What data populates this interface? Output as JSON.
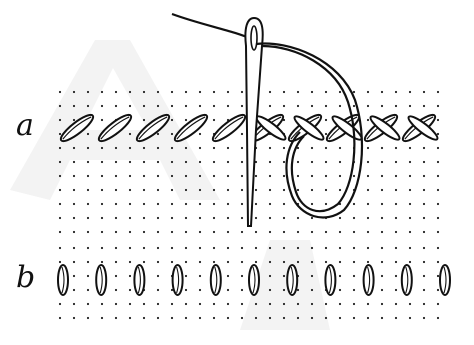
{
  "labels": {
    "row_a": "a",
    "row_b": "b"
  },
  "colors": {
    "ink": "#111111",
    "background": "#ffffff",
    "watermark": "#f2f2f2"
  },
  "row_a": {
    "stitch_style": "slanted-satin",
    "stitch_count": 10
  },
  "row_b": {
    "stitch_style": "vertical-eyelet",
    "stitch_count": 11
  },
  "needle": {
    "icon": "needle-icon",
    "thread": "thread-loop"
  }
}
